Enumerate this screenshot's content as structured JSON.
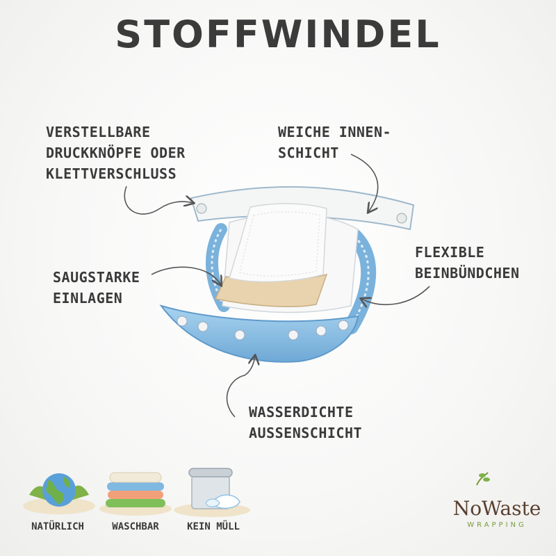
{
  "title": "STOFFWINDEL",
  "callouts": {
    "snaps": [
      "VERSTELLBARE",
      "DRUCKKNÖPFE ODER",
      "KLETTVERSCHLUSS"
    ],
    "inner": [
      "WEICHE INNEN-",
      "SCHICHT"
    ],
    "leg": [
      "FLEXIBLE",
      "BEINBÜNDCHEN"
    ],
    "inserts": [
      "SAUGSTARKE",
      "EINLAGEN"
    ],
    "outer": [
      "WASSERDICHTE",
      "AUSSENSCHICHT"
    ]
  },
  "icons": [
    {
      "name": "globe-icon",
      "label": "NATÜRLICH"
    },
    {
      "name": "towel-stack-icon",
      "label": "WASCHBAR"
    },
    {
      "name": "bin-icon",
      "label": "KEIN MÜLL"
    }
  ],
  "logo": {
    "name": "NoWaste",
    "sub": "WRAPPING"
  },
  "colors": {
    "diaper_blue": "#8fc3e6",
    "text": "#3a3a3a",
    "logo_brown": "#5a3f2e",
    "logo_green": "#7a9a3a"
  }
}
